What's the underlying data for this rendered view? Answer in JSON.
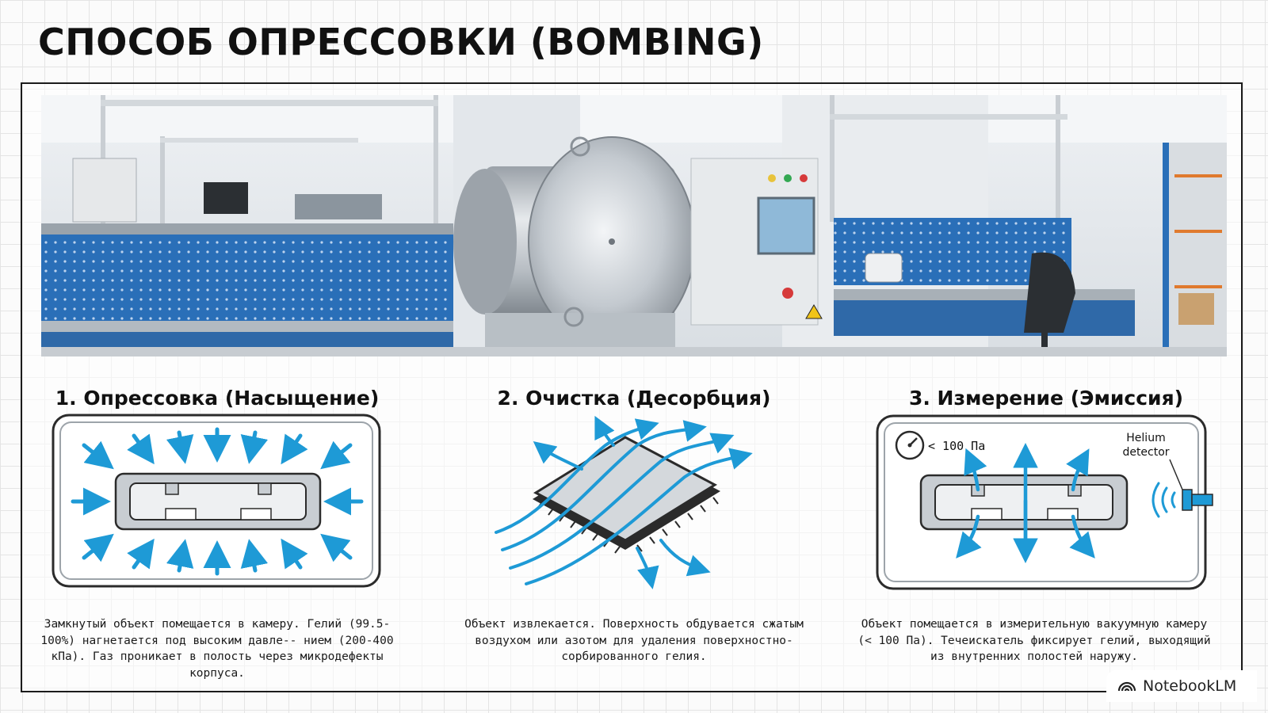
{
  "title": "СПОСОБ ОПРЕССОВКИ (BOMBING)",
  "steps": [
    {
      "title": "1. Опрессовка (Насыщение)",
      "description": "Замкнутый объект помещается в камеру. Гелий (99.5-100%) нагнетается под высоким давле-- нием (200-400 кПа). Газ проникает в полость через микродефекты корпуса."
    },
    {
      "title": "2. Очистка (Десорбция)",
      "description": "Объект извлекается. Поверхность обдувается сжатым воздухом или азотом для удаления поверхностно-сорбированного гелия."
    },
    {
      "title": "3. Измерение (Эмиссия)",
      "pressure_label": "< 100 Па",
      "detector_label_line1": "Helium",
      "detector_label_line2": "detector",
      "description": "Объект помещается в измерительную вакуумную камеру (< 100 Па). Течеискатель фиксирует гелий, выходящий из внутренних полостей наружу."
    }
  ],
  "branding": {
    "name": "NotebookLM",
    "icon": "notebooklm-logo-icon"
  },
  "colors": {
    "arrow_blue": "#1e9ad6",
    "bench_blue": "#2a6fb8",
    "chamber_steel": "#c8cdd2",
    "outline": "#2b2b2b"
  }
}
